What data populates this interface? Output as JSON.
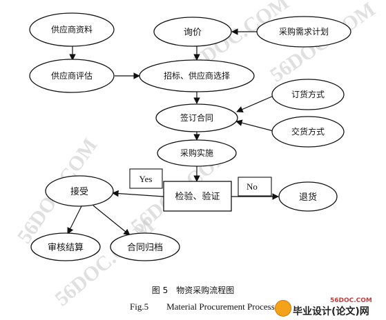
{
  "nodes": {
    "supplier_info": "供应商资料",
    "supplier_eval": "供应商评估",
    "inquiry": "询价",
    "purchase_plan": "采购需求计划",
    "bidding": "招标、供应商选择",
    "order_method": "订货方式",
    "sign_contract": "签订合同",
    "delivery_method": "交货方式",
    "implementation": "采购实施",
    "inspection": "检验、验证",
    "accept": "接受",
    "return_goods": "退货",
    "audit_settle": "审核结算",
    "contract_archive": "合同归档"
  },
  "edge_labels": {
    "yes": "Yes",
    "no": "No"
  },
  "caption": {
    "chinese": "图 5　物资采购流程图",
    "english": "Fig.5　　Material Procurement Process"
  },
  "watermark": {
    "text": "56DOC.COM"
  },
  "logo": {
    "small": "56DOC.COM",
    "big": "毕业设计(论文)网"
  }
}
